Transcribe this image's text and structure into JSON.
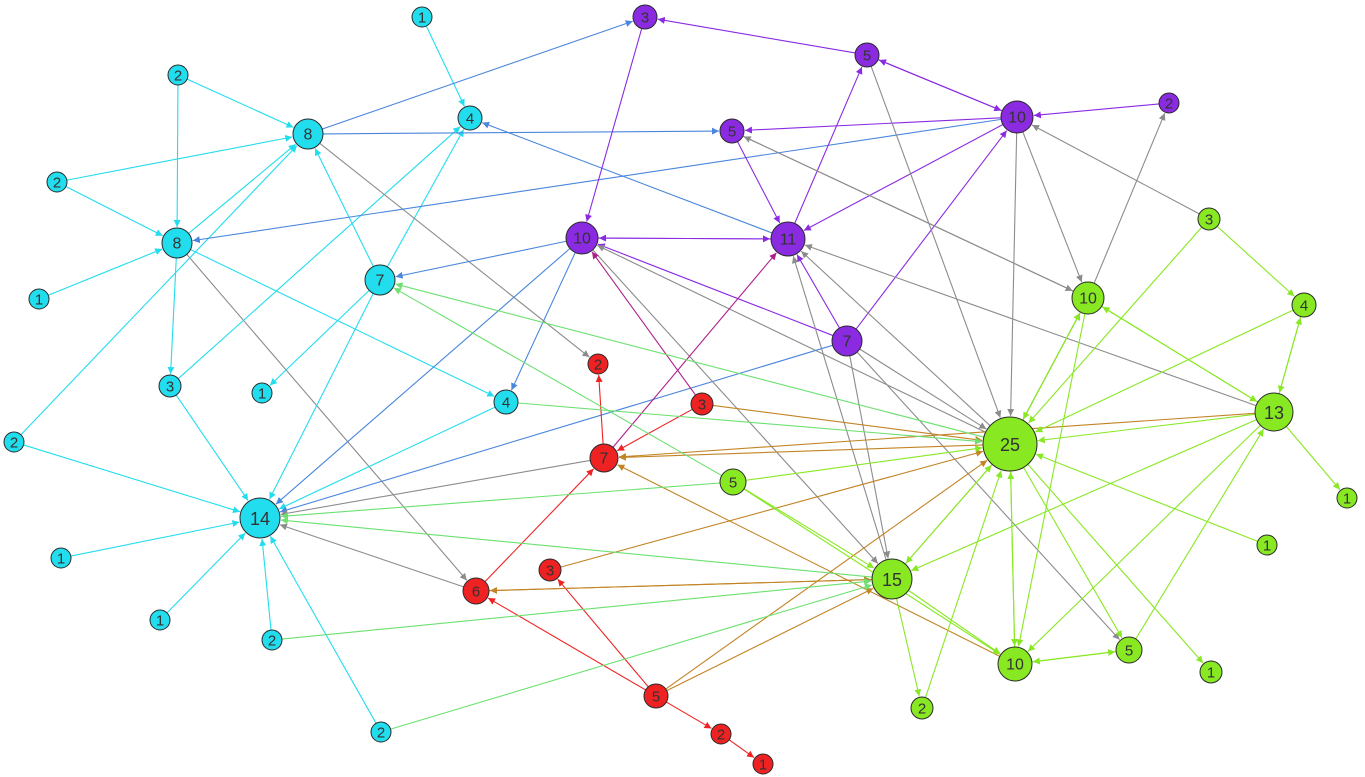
{
  "colors": {
    "cyan": "#22DDEE",
    "purple": "#8A2BE2",
    "red": "#EE2222",
    "green": "#88E822",
    "edge_gray": "#8C8C8C",
    "edge_blue": "#4A86DC",
    "edge_brown": "#C28424",
    "edge_magenta": "#B0208A",
    "edge_green": "#6CE070"
  },
  "nodes": [
    {
      "id": "c1_top",
      "label": "1",
      "color": "cyan"
    },
    {
      "id": "c2_a",
      "label": "2",
      "color": "cyan"
    },
    {
      "id": "c8_a",
      "label": "8",
      "color": "cyan"
    },
    {
      "id": "c4_top",
      "label": "4",
      "color": "cyan"
    },
    {
      "id": "c2_b",
      "label": "2",
      "color": "cyan"
    },
    {
      "id": "c8_b",
      "label": "8",
      "color": "cyan"
    },
    {
      "id": "c1_left",
      "label": "1",
      "color": "cyan"
    },
    {
      "id": "c7",
      "label": "7",
      "color": "cyan"
    },
    {
      "id": "c3",
      "label": "3",
      "color": "cyan"
    },
    {
      "id": "c1_mid",
      "label": "1",
      "color": "cyan"
    },
    {
      "id": "c4_mid",
      "label": "4",
      "color": "cyan"
    },
    {
      "id": "c2_c",
      "label": "2",
      "color": "cyan"
    },
    {
      "id": "c14",
      "label": "14",
      "color": "cyan"
    },
    {
      "id": "c1_b1",
      "label": "1",
      "color": "cyan"
    },
    {
      "id": "c1_b2",
      "label": "1",
      "color": "cyan"
    },
    {
      "id": "c2_d",
      "label": "2",
      "color": "cyan"
    },
    {
      "id": "c2_e",
      "label": "2",
      "color": "cyan"
    },
    {
      "id": "p3",
      "label": "3",
      "color": "purple"
    },
    {
      "id": "p5_top",
      "label": "5",
      "color": "purple"
    },
    {
      "id": "p10_top",
      "label": "10",
      "color": "purple"
    },
    {
      "id": "p2",
      "label": "2",
      "color": "purple"
    },
    {
      "id": "p5_mid",
      "label": "5",
      "color": "purple"
    },
    {
      "id": "p10_mid",
      "label": "10",
      "color": "purple"
    },
    {
      "id": "p11",
      "label": "11",
      "color": "purple"
    },
    {
      "id": "p7",
      "label": "7",
      "color": "purple"
    },
    {
      "id": "r2_top",
      "label": "2",
      "color": "red"
    },
    {
      "id": "r3_a",
      "label": "3",
      "color": "red"
    },
    {
      "id": "r7",
      "label": "7",
      "color": "red"
    },
    {
      "id": "r3_b",
      "label": "3",
      "color": "red"
    },
    {
      "id": "r6",
      "label": "6",
      "color": "red"
    },
    {
      "id": "r5",
      "label": "5",
      "color": "red"
    },
    {
      "id": "r2_b",
      "label": "2",
      "color": "red"
    },
    {
      "id": "r1",
      "label": "1",
      "color": "red"
    },
    {
      "id": "g3",
      "label": "3",
      "color": "green"
    },
    {
      "id": "g10_a",
      "label": "10",
      "color": "green"
    },
    {
      "id": "g4",
      "label": "4",
      "color": "green"
    },
    {
      "id": "g13",
      "label": "13",
      "color": "green"
    },
    {
      "id": "g25",
      "label": "25",
      "color": "green"
    },
    {
      "id": "g1_r",
      "label": "1",
      "color": "green"
    },
    {
      "id": "g1_b",
      "label": "1",
      "color": "green"
    },
    {
      "id": "g5",
      "label": "5",
      "color": "green"
    },
    {
      "id": "g15",
      "label": "15",
      "color": "green"
    },
    {
      "id": "g10_b",
      "label": "10",
      "color": "green"
    },
    {
      "id": "g5_b",
      "label": "5",
      "color": "green"
    },
    {
      "id": "g1_c",
      "label": "1",
      "color": "green"
    },
    {
      "id": "g2",
      "label": "2",
      "color": "green"
    }
  ],
  "edges": [
    [
      "c1_top",
      "c4_top",
      "cyan"
    ],
    [
      "c2_a",
      "c8_a",
      "cyan"
    ],
    [
      "c2_a",
      "c8_b",
      "cyan"
    ],
    [
      "c2_b",
      "c8_a",
      "cyan"
    ],
    [
      "c2_b",
      "c8_b",
      "cyan"
    ],
    [
      "c1_left",
      "c8_b",
      "cyan"
    ],
    [
      "c8_b",
      "c8_a",
      "cyan"
    ],
    [
      "c8_b",
      "c3",
      "cyan"
    ],
    [
      "c8_b",
      "c4_mid",
      "cyan"
    ],
    [
      "c8_b",
      "r6",
      "edge_gray"
    ],
    [
      "c7",
      "c8_a",
      "cyan"
    ],
    [
      "c7",
      "c4_top",
      "cyan"
    ],
    [
      "c7",
      "c1_mid",
      "cyan"
    ],
    [
      "c7",
      "c14",
      "cyan"
    ],
    [
      "c3",
      "c4_top",
      "cyan"
    ],
    [
      "c3",
      "c14",
      "cyan"
    ],
    [
      "c2_c",
      "c8_a",
      "cyan"
    ],
    [
      "c2_c",
      "c14",
      "cyan"
    ],
    [
      "c4_mid",
      "c14",
      "cyan"
    ],
    [
      "c1_b1",
      "c14",
      "cyan"
    ],
    [
      "c1_b2",
      "c14",
      "cyan"
    ],
    [
      "c2_d",
      "c14",
      "cyan"
    ],
    [
      "c2_e",
      "c14",
      "cyan"
    ],
    [
      "c8_a",
      "p3",
      "edge_blue"
    ],
    [
      "c8_a",
      "p5_mid",
      "edge_blue"
    ],
    [
      "c8_a",
      "r2_top",
      "edge_gray"
    ],
    [
      "p11",
      "c4_top",
      "edge_blue"
    ],
    [
      "p10_top",
      "c8_b",
      "edge_blue"
    ],
    [
      "p10_mid",
      "c7",
      "edge_blue"
    ],
    [
      "p10_mid",
      "c4_mid",
      "edge_blue"
    ],
    [
      "p10_mid",
      "c14",
      "edge_blue"
    ],
    [
      "p7",
      "c14",
      "edge_blue"
    ],
    [
      "p5_top",
      "p3",
      "purple"
    ],
    [
      "p5_top",
      "p10_top",
      "purple"
    ],
    [
      "p10_top",
      "p5_top",
      "purple"
    ],
    [
      "p2",
      "p10_top",
      "purple"
    ],
    [
      "p10_top",
      "p5_mid",
      "purple"
    ],
    [
      "p10_top",
      "p11",
      "purple"
    ],
    [
      "p3",
      "p10_mid",
      "purple"
    ],
    [
      "p5_mid",
      "p11",
      "purple"
    ],
    [
      "p10_mid",
      "p11",
      "purple"
    ],
    [
      "p11",
      "p10_mid",
      "purple"
    ],
    [
      "p11",
      "p5_top",
      "purple"
    ],
    [
      "p7",
      "p11",
      "purple"
    ],
    [
      "p7",
      "p10_mid",
      "purple"
    ],
    [
      "p7",
      "p10_top",
      "purple"
    ],
    [
      "p5_top",
      "g25",
      "edge_gray"
    ],
    [
      "p10_top",
      "g25",
      "edge_gray"
    ],
    [
      "p10_top",
      "g10_a",
      "edge_gray"
    ],
    [
      "g3",
      "p10_top",
      "edge_gray"
    ],
    [
      "g10_a",
      "p5_mid",
      "edge_gray"
    ],
    [
      "p5_mid",
      "g10_a",
      "edge_gray"
    ],
    [
      "g10_a",
      "p2",
      "edge_gray"
    ],
    [
      "g13",
      "p11",
      "edge_gray"
    ],
    [
      "g25",
      "p10_mid",
      "edge_gray"
    ],
    [
      "g25",
      "p11",
      "edge_gray"
    ],
    [
      "g15",
      "p11",
      "edge_gray"
    ],
    [
      "p10_mid",
      "g15",
      "edge_gray"
    ],
    [
      "p7",
      "g25",
      "edge_gray"
    ],
    [
      "p7",
      "g15",
      "edge_gray"
    ],
    [
      "p7",
      "g5_b",
      "edge_gray"
    ],
    [
      "g25",
      "g10_a",
      "edge_gray"
    ],
    [
      "r6",
      "c14",
      "edge_gray"
    ],
    [
      "r7",
      "c14",
      "edge_gray"
    ],
    [
      "r3_a",
      "p10_mid",
      "edge_magenta"
    ],
    [
      "r7",
      "p11",
      "edge_magenta"
    ],
    [
      "r3_a",
      "r7",
      "red"
    ],
    [
      "r7",
      "r2_top",
      "red"
    ],
    [
      "r6",
      "r7",
      "red"
    ],
    [
      "r5",
      "r6",
      "red"
    ],
    [
      "r5",
      "r3_b",
      "red"
    ],
    [
      "r5",
      "r2_b",
      "red"
    ],
    [
      "r2_b",
      "r1",
      "red"
    ],
    [
      "r3_a",
      "g25",
      "edge_brown"
    ],
    [
      "g25",
      "r7",
      "edge_brown"
    ],
    [
      "g13",
      "r7",
      "edge_brown"
    ],
    [
      "r3_b",
      "g25",
      "edge_brown"
    ],
    [
      "r5",
      "g25",
      "edge_brown"
    ],
    [
      "r5",
      "g15",
      "edge_brown"
    ],
    [
      "g10_b",
      "r7",
      "edge_brown"
    ],
    [
      "g15",
      "r6",
      "edge_brown"
    ],
    [
      "r6",
      "g15",
      "edge_brown"
    ],
    [
      "g25",
      "c7",
      "edge_green"
    ],
    [
      "g5",
      "c7",
      "edge_green"
    ],
    [
      "c4_mid",
      "g25",
      "edge_green"
    ],
    [
      "g15",
      "c14",
      "edge_green"
    ],
    [
      "g5",
      "c14",
      "edge_green"
    ],
    [
      "c2_d",
      "g15",
      "edge_green"
    ],
    [
      "c2_e",
      "g15",
      "edge_green"
    ],
    [
      "g3",
      "g4",
      "green"
    ],
    [
      "g3",
      "g25",
      "green"
    ],
    [
      "g4",
      "g13",
      "green"
    ],
    [
      "g13",
      "g4",
      "green"
    ],
    [
      "g4",
      "g25",
      "green"
    ],
    [
      "g10_a",
      "g13",
      "green"
    ],
    [
      "g13",
      "g10_a",
      "green"
    ],
    [
      "g10_a",
      "g25",
      "green"
    ],
    [
      "g25",
      "g10_a",
      "green"
    ],
    [
      "g10_a",
      "g10_b",
      "green"
    ],
    [
      "g13",
      "g25",
      "green"
    ],
    [
      "g13",
      "g1_r",
      "green"
    ],
    [
      "g13",
      "g15",
      "green"
    ],
    [
      "g13",
      "g10_b",
      "green"
    ],
    [
      "g1_b",
      "g25",
      "green"
    ],
    [
      "g5",
      "g25",
      "green"
    ],
    [
      "g5",
      "g15",
      "green"
    ],
    [
      "g5",
      "g10_b",
      "green"
    ],
    [
      "g25",
      "g15",
      "green"
    ],
    [
      "g15",
      "g25",
      "green"
    ],
    [
      "g25",
      "g10_b",
      "green"
    ],
    [
      "g10_b",
      "g25",
      "green"
    ],
    [
      "g25",
      "g5_b",
      "green"
    ],
    [
      "g25",
      "g1_c",
      "green"
    ],
    [
      "g15",
      "g10_b",
      "green"
    ],
    [
      "g15",
      "g2",
      "green"
    ],
    [
      "g2",
      "g25",
      "green"
    ],
    [
      "g10_b",
      "g5_b",
      "green"
    ],
    [
      "g5_b",
      "g10_b",
      "green"
    ],
    [
      "g5_b",
      "g13",
      "green"
    ]
  ]
}
